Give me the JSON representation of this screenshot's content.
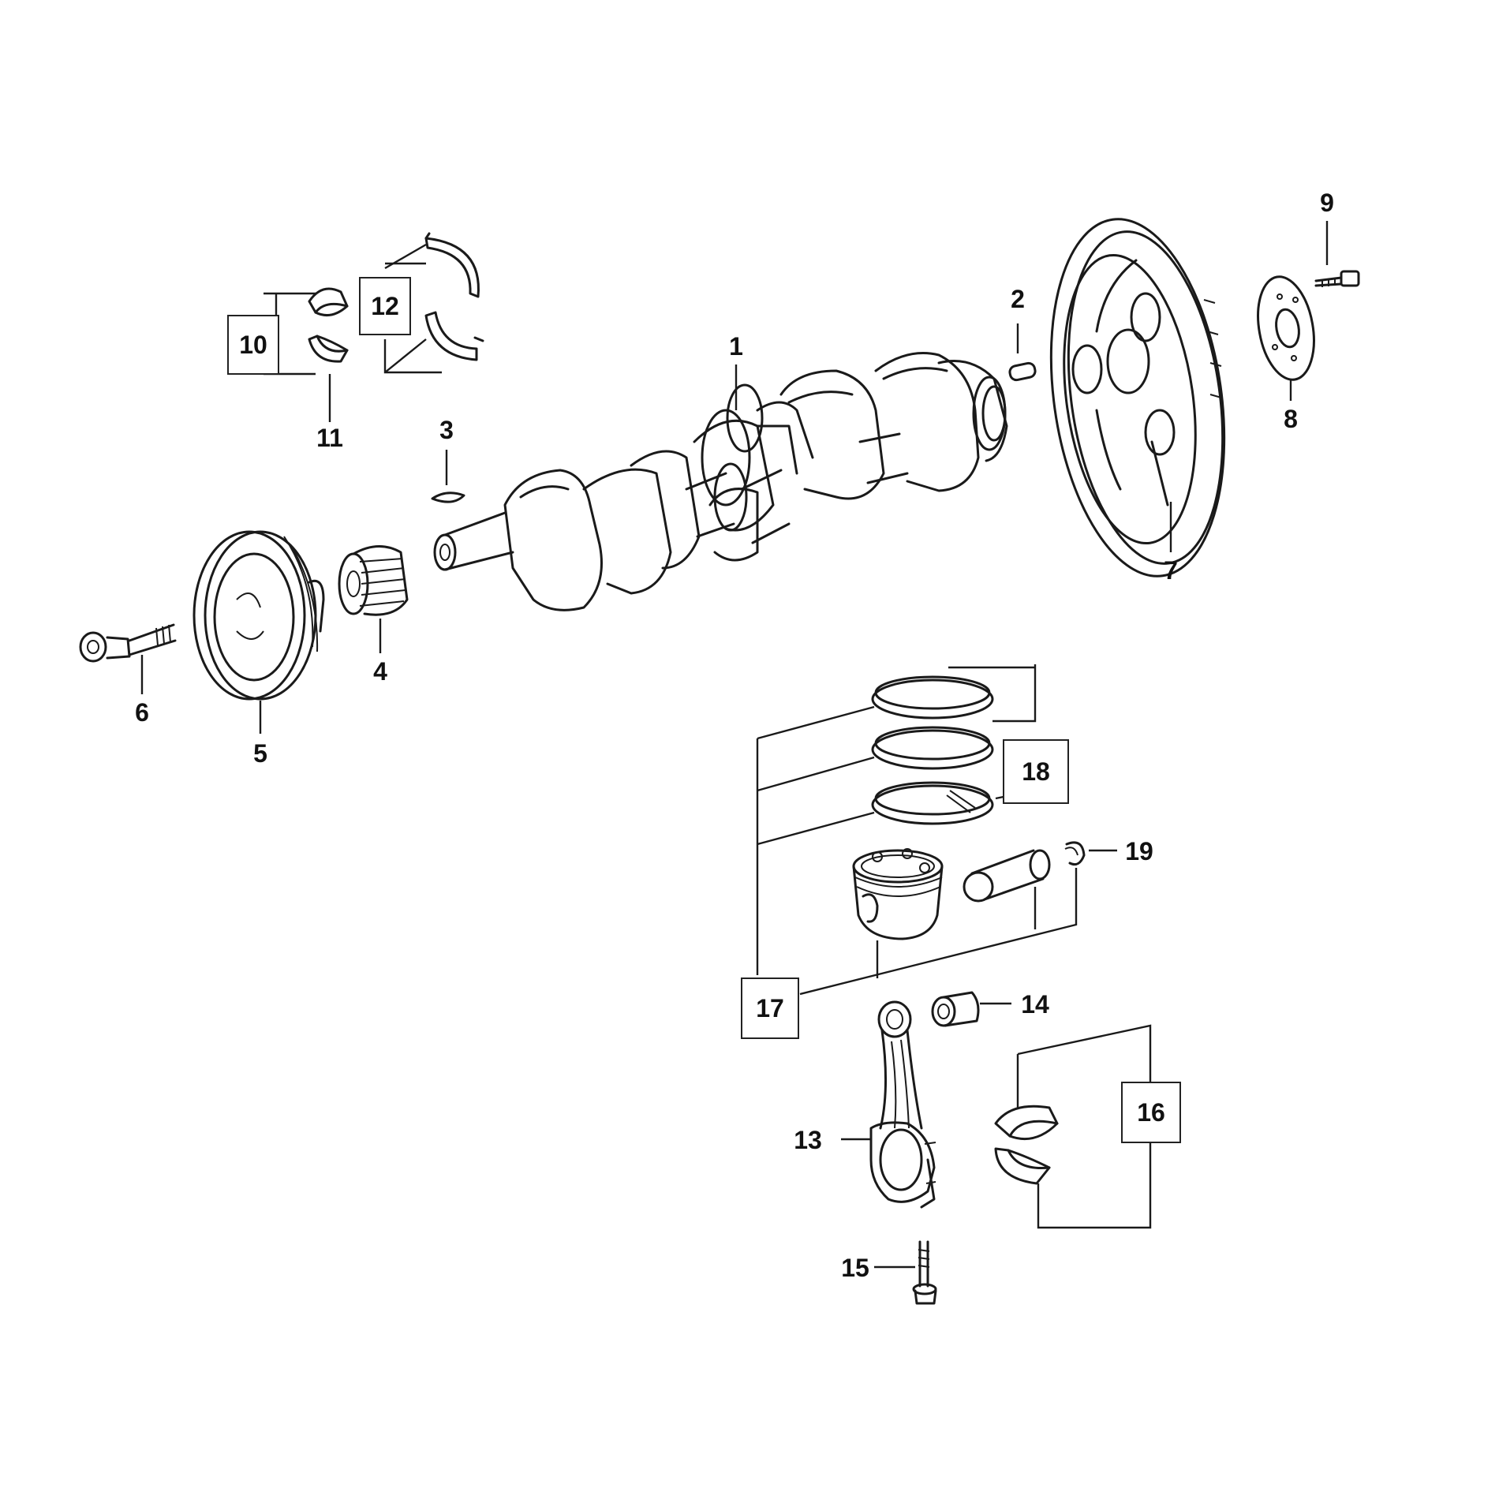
{
  "diagram": {
    "type": "exploded-parts-diagram",
    "colors": {
      "line": "#1a1a1a",
      "background": "#ffffff"
    },
    "callouts": {
      "c1": "1",
      "c2": "2",
      "c3": "3",
      "c4": "4",
      "c5": "5",
      "c6": "6",
      "c7": "7",
      "c8": "8",
      "c9": "9",
      "c10": "10",
      "c11": "11",
      "c12": "12",
      "c13": "13",
      "c14": "14",
      "c15": "15",
      "c16": "16",
      "c17": "17",
      "c18": "18",
      "c19": "19"
    },
    "boxed_callouts": [
      "10",
      "12",
      "16",
      "17",
      "18"
    ]
  }
}
